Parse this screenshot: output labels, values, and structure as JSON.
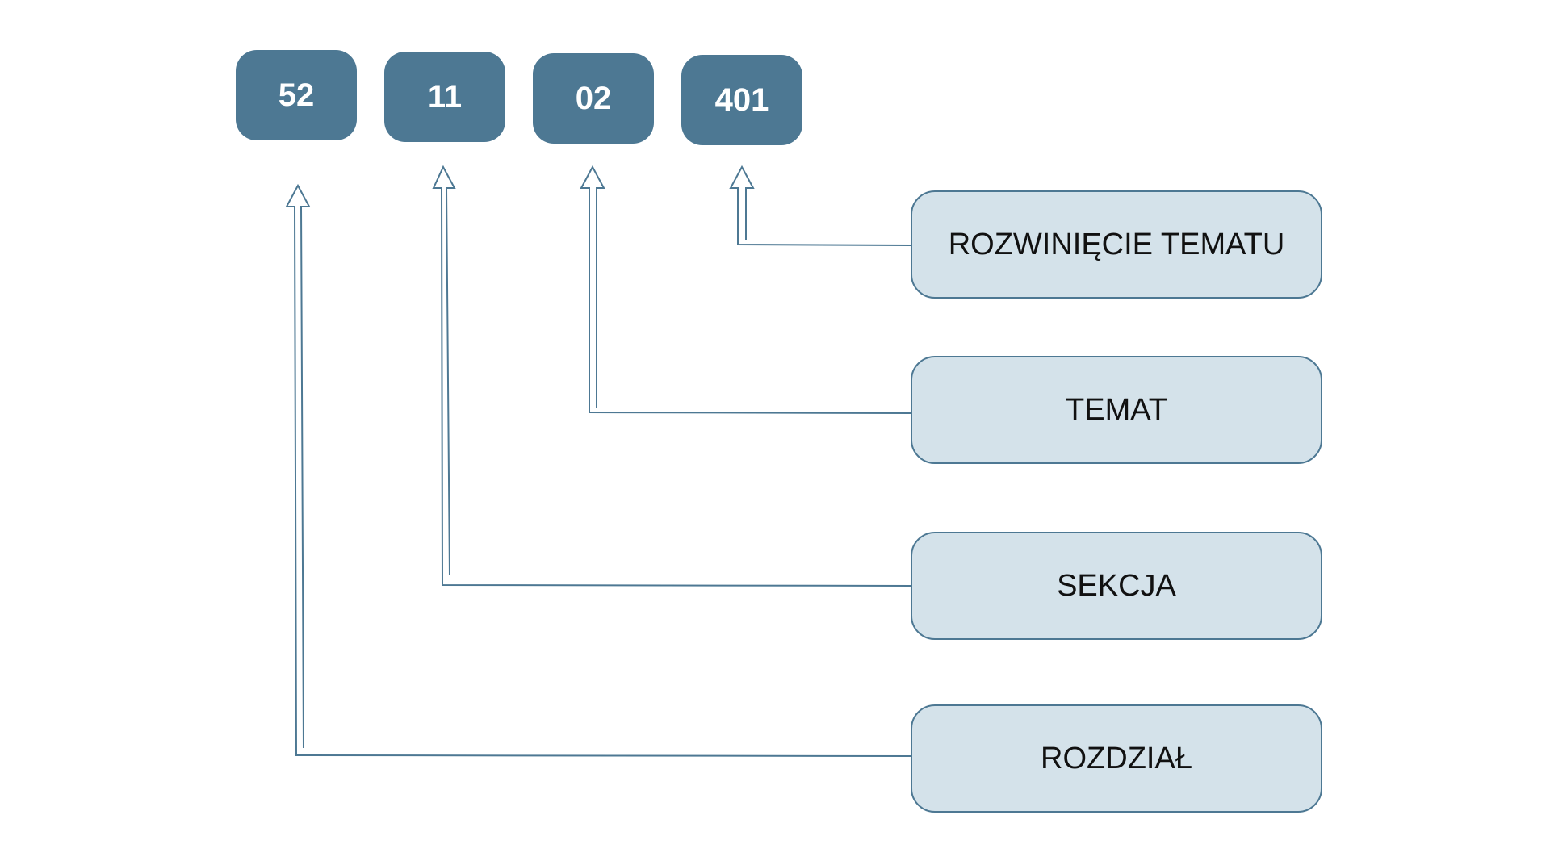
{
  "codes": [
    {
      "value": "52"
    },
    {
      "value": "11"
    },
    {
      "value": "02"
    },
    {
      "value": "401"
    }
  ],
  "labels": [
    {
      "text": "ROZWINIĘCIE TEMATU"
    },
    {
      "text": "TEMAT"
    },
    {
      "text": "SEKCJA"
    },
    {
      "text": "ROZDZIAŁ"
    }
  ],
  "colors": {
    "code_fill": "#4d7893",
    "label_fill": "#d4e2ea",
    "line": "#4d7893"
  }
}
